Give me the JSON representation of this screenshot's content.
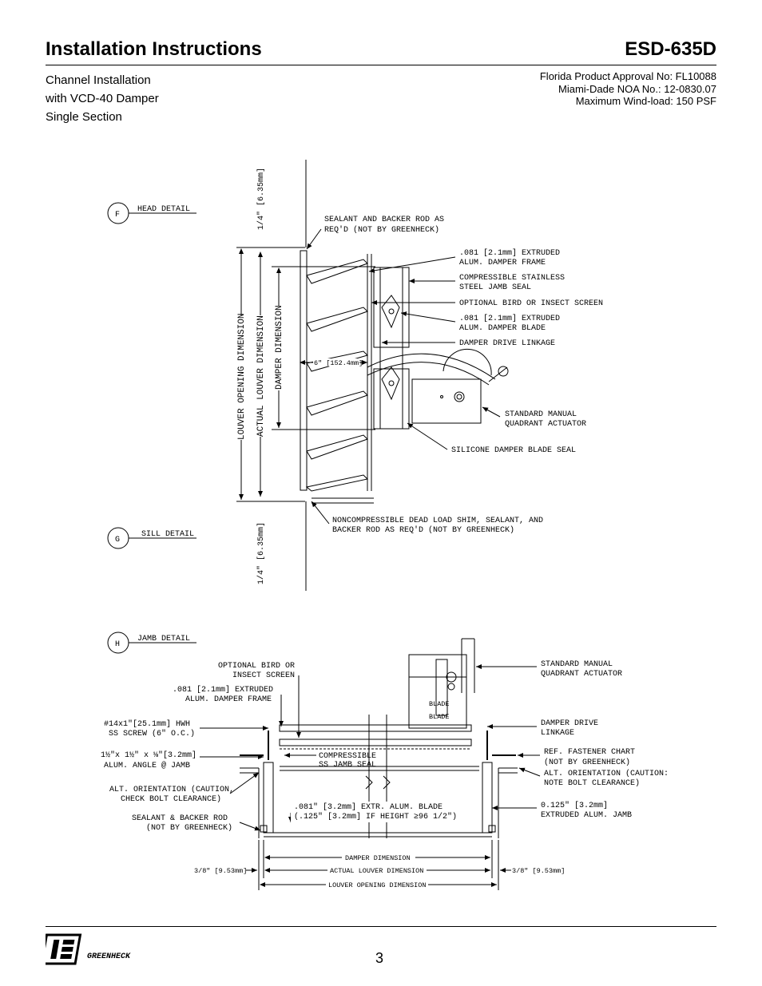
{
  "header": {
    "title": "Installation Instructions",
    "model": "ESD-635D"
  },
  "subtitle": [
    "Channel Installation",
    "with VCD-40 Damper",
    "Single Section"
  ],
  "approvals": [
    "Florida Product Approval No: FL10088",
    "Miami-Dade NOA No.: 12-0830.07",
    "Maximum Wind-load: 150 PSF"
  ],
  "details": {
    "head": {
      "letter": "F",
      "label": "HEAD DETAIL"
    },
    "sill": {
      "letter": "G",
      "label": "SILL DETAIL"
    },
    "jamb": {
      "letter": "H",
      "label": "JAMB DETAIL"
    }
  },
  "section": {
    "top_gap": "1/4\" [6.35mm]",
    "bottom_gap": "1/4\" [6.35mm]",
    "louver_opening": "LOUVER OPENING DIMENSION",
    "actual_louver": "ACTUAL LOUVER DIMENSION",
    "damper_dim": "DAMPER DIMENSION",
    "depth": "6\" [152.4mm]",
    "callouts": {
      "sealant_1": "SEALANT AND BACKER ROD AS",
      "sealant_2": "REQ'D (NOT BY GREENHECK)",
      "frame_1": ".081 [2.1mm] EXTRUDED",
      "frame_2": "ALUM. DAMPER FRAME",
      "seal_1": "COMPRESSIBLE STAINLESS",
      "seal_2": "STEEL JAMB SEAL",
      "screen": "OPTIONAL BIRD OR INSECT SCREEN",
      "blade_1": ".081 [2.1mm] EXTRUDED",
      "blade_2": "ALUM. DAMPER BLADE",
      "linkage": "DAMPER DRIVE LINKAGE",
      "actuator_1": "STANDARD MANUAL",
      "actuator_2": "QUADRANT ACTUATOR",
      "silicone": "SILICONE DAMPER BLADE SEAL",
      "shim_1": "NONCOMPRESSIBLE DEAD LOAD SHIM, SEALANT, AND",
      "shim_2": "BACKER ROD AS REQ'D (NOT BY GREENHECK)"
    }
  },
  "plan": {
    "left": {
      "screen_1": "OPTIONAL BIRD OR",
      "screen_2": "INSECT SCREEN",
      "frame_1": ".081 [2.1mm] EXTRUDED",
      "frame_2": "ALUM. DAMPER FRAME",
      "screw_1": "#14x1\"[25.1mm] HWH",
      "screw_2": "SS SCREW (6\" O.C.)",
      "angle_1": "1½\"x 1½\" x ⅛\"[3.2mm]",
      "angle_2": "ALUM. ANGLE @ JAMB",
      "alt_1": "ALT. ORIENTATION (CAUTION,",
      "alt_2": "CHECK BOLT CLEARANCE)",
      "sealant_1": "SEALANT & BACKER ROD",
      "sealant_2": "(NOT BY GREENHECK)"
    },
    "center": {
      "seal_1": "COMPRESSIBLE",
      "seal_2": "SS JAMB SEAL",
      "blade_1": ".081\" [3.2mm] EXTR. ALUM. BLADE",
      "blade_2": "(.125\" [3.2mm] IF HEIGHT ≥96 1/2\")",
      "stop_1": "BLADE",
      "stop_2": "BLADE"
    },
    "right": {
      "actuator_1": "STANDARD MANUAL",
      "actuator_2": "QUADRANT ACTUATOR",
      "linkage_1": "DAMPER DRIVE",
      "linkage_2": "LINKAGE",
      "fastener_1": "REF. FASTENER CHART",
      "fastener_2": "(NOT BY GREENHECK)",
      "alt_1": "ALT. ORIENTATION (CAUTION:",
      "alt_2": "NOTE BOLT CLEARANCE)",
      "jamb_1": "0.125\" [3.2mm]",
      "jamb_2": "EXTRUDED ALUM. JAMB"
    },
    "dims": {
      "damper": "DAMPER DIMENSION",
      "actual": "ACTUAL LOUVER DIMENSION",
      "opening": "LOUVER OPENING DIMENSION",
      "left_gap": "3/8\" [9.53mm]",
      "right_gap": "3/8\" [9.53mm]"
    }
  },
  "footer": {
    "brand": "GREENHECK",
    "page": "3"
  }
}
